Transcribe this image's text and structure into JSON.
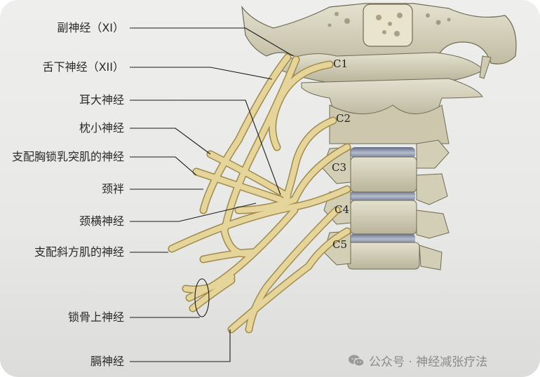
{
  "labels": {
    "accessory_nerve": "副神经（XI）",
    "hypoglossal_nerve": "舌下神经（XII）",
    "great_auricular_nerve": "耳大神经",
    "lesser_occipital_nerve": "枕小神经",
    "nerve_to_sternocleidomastoid": "支配胸锁乳突肌的神经",
    "ansa_cervicalis": "颈袢",
    "transverse_cervical_nerve": "颈横神经",
    "nerve_to_trapezius": "支配斜方肌的神经",
    "supraclavicular_nerves": "锁骨上神经",
    "phrenic_nerve": "膈神经"
  },
  "vertebrae": [
    "C1",
    "C2",
    "C3",
    "C4",
    "C5"
  ],
  "watermark": {
    "icon": "wechat-icon",
    "text": "公众号 · 神经减张疗法"
  },
  "colors": {
    "nerve": "#e6d59a",
    "nerve_outline": "#a08a4a",
    "bone": "#d9d5c0",
    "bone_shadow": "#a9a48a",
    "disc": "#7f8aa3",
    "leader_line": "#1a1a1a",
    "background": "#ebebe9"
  }
}
